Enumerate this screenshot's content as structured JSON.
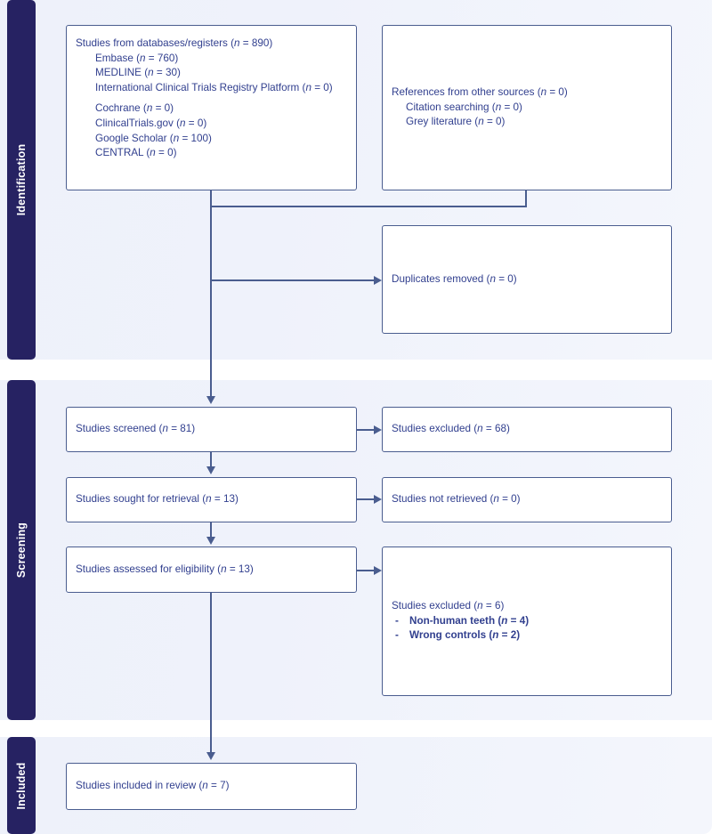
{
  "diagram": {
    "type": "prisma-flow-diagram",
    "colors": {
      "stage_band_fill": "#262262",
      "box_border": "#4a5d8f",
      "text": "#32408f",
      "background": "#eef1fa",
      "connector": "#4a5d8f"
    }
  },
  "stages": [
    {
      "id": "identification",
      "label": "Identification"
    },
    {
      "id": "screening",
      "label": "Screening"
    },
    {
      "id": "included",
      "label": "Included"
    }
  ],
  "nodes": {
    "databases": {
      "title": "Studies from databases/registers (n = 890)",
      "title_plain": "Studies from databases/registers",
      "count": 890,
      "items": [
        {
          "label": "Embase",
          "n": 760,
          "text": "Embase (n = 760)"
        },
        {
          "label": "MEDLINE",
          "n": 30,
          "text": "MEDLINE (n = 30)"
        },
        {
          "label": "International Clinical Trials Registry Platform",
          "n": 0,
          "text": "International Clinical Trials Registry Platform (n = 0)"
        },
        {
          "label": "Cochrane",
          "n": 0,
          "text": "Cochrane (n = 0)"
        },
        {
          "label": "ClinicalTrials.gov",
          "n": 0,
          "text": "ClinicalTrials.gov (n = 0)"
        },
        {
          "label": "Google Scholar",
          "n": 100,
          "text": "Google Scholar (n = 100)"
        },
        {
          "label": "CENTRAL",
          "n": 0,
          "text": "CENTRAL (n = 0)"
        }
      ]
    },
    "other_sources": {
      "title": "References from other sources (n = 0)",
      "title_plain": "References from other sources",
      "count": 0,
      "items": [
        {
          "label": "Citation searching",
          "n": 0,
          "text": "Citation searching (n = 0)"
        },
        {
          "label": "Grey literature",
          "n": 0,
          "text": "Grey literature (n = 0)"
        }
      ]
    },
    "duplicates_removed": {
      "title": "Duplicates removed (n = 0)",
      "title_plain": "Duplicates removed",
      "count": 0
    },
    "screened": {
      "title": "Studies screened (n = 81)",
      "title_plain": "Studies screened",
      "count": 81
    },
    "excluded_screened": {
      "title": "Studies excluded (n = 68)",
      "title_plain": "Studies excluded",
      "count": 68
    },
    "sought_retrieval": {
      "title": "Studies sought for retrieval (n = 13)",
      "title_plain": "Studies sought for retrieval",
      "count": 13
    },
    "not_retrieved": {
      "title": "Studies not retrieved (n = 0)",
      "title_plain": "Studies not retrieved",
      "count": 0
    },
    "assessed_eligibility": {
      "title": "Studies assessed for eligibility (n = 13)",
      "title_plain": "Studies assessed for eligibility",
      "count": 13
    },
    "excluded_eligibility": {
      "title": "Studies excluded (n = 6)",
      "title_plain": "Studies excluded",
      "count": 6,
      "reasons": [
        {
          "label": "Non-human teeth",
          "n": 4,
          "text": "Non-human teeth (n = 4)"
        },
        {
          "label": "Wrong controls",
          "n": 2,
          "text": "Wrong controls (n = 2)"
        }
      ]
    },
    "included_review": {
      "title": "Studies included in review (n = 7)",
      "title_plain": "Studies included in review",
      "count": 7
    }
  },
  "chart_data": {
    "type": "diagram",
    "title": "PRISMA flow diagram",
    "flow": [
      {
        "from": "databases",
        "to": "screened",
        "value": 890
      },
      {
        "from": "other_sources",
        "to": "screened",
        "value": 0
      },
      {
        "from": "databases",
        "to": "duplicates_removed",
        "value": 0
      },
      {
        "from": "screened",
        "to": "excluded_screened",
        "value": 68
      },
      {
        "from": "screened",
        "to": "sought_retrieval",
        "value": 13
      },
      {
        "from": "sought_retrieval",
        "to": "not_retrieved",
        "value": 0
      },
      {
        "from": "sought_retrieval",
        "to": "assessed_eligibility",
        "value": 13
      },
      {
        "from": "assessed_eligibility",
        "to": "excluded_eligibility",
        "value": 6
      },
      {
        "from": "assessed_eligibility",
        "to": "included_review",
        "value": 7
      }
    ]
  }
}
